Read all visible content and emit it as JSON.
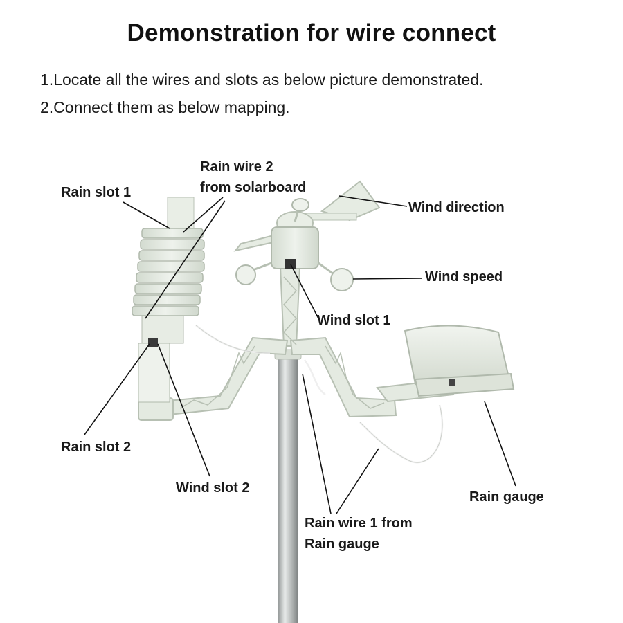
{
  "title": "Demonstration for wire connect",
  "instructions": [
    "1.Locate all the wires and slots as below picture demonstrated.",
    "2.Connect them as below mapping."
  ],
  "labels": {
    "rain_wire_2_line1": "Rain wire 2",
    "rain_wire_2_line2": "from solarboard",
    "rain_slot_1": "Rain slot 1",
    "wind_direction": "Wind direction",
    "wind_speed": "Wind speed",
    "wind_slot_1": "Wind slot 1",
    "rain_slot_2": "Rain slot 2",
    "wind_slot_2": "Wind slot 2",
    "rain_gauge": "Rain gauge",
    "rain_wire_1_line1": "Rain wire 1 from",
    "rain_wire_1_line2": "Rain gauge"
  },
  "colors": {
    "device_body": "#e6ece3",
    "device_shadow": "#c9d1c6",
    "pole": "#b8bcbc",
    "leader_line": "#111111"
  }
}
